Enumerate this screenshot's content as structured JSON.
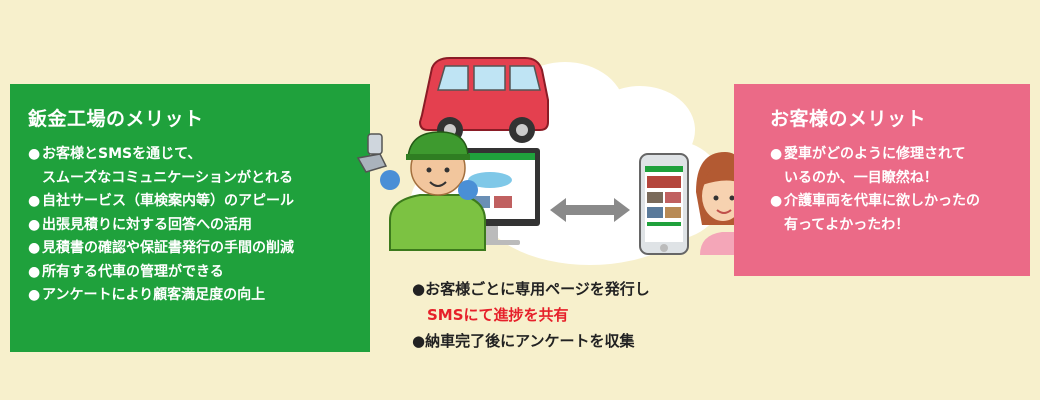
{
  "left_panel": {
    "title": "鈑金工場のメリット",
    "items": [
      {
        "line1": "お客様とSMSを通じて、",
        "line2": "スムーズなコミュニケーションがとれる"
      },
      {
        "line1": "自社サービス（車検案内等）のアピール"
      },
      {
        "line1": "出張見積りに対する回答への活用"
      },
      {
        "line1": "見積書の確認や保証書発行の手間の削減"
      },
      {
        "line1": "所有する代車の管理ができる"
      },
      {
        "line1": "アンケートにより顧客満足度の向上"
      }
    ]
  },
  "right_panel": {
    "title": "お客様のメリット",
    "items": [
      {
        "line1": "愛車がどのように修理されて",
        "line2": "いるのか、一目瞭然ね！"
      },
      {
        "line1": "介護車両を代車に欲しかったの",
        "line2": "有ってよかったわ！"
      }
    ]
  },
  "center": {
    "item1_line1": "お客様ごとに専用ページを発行し",
    "item1_line2": "SMSにて進捗を共有",
    "item2": "納車完了後にアンケートを収集"
  },
  "bullet": "●",
  "colors": {
    "background": "#f7f0cc",
    "left_panel": "#1fa13c",
    "right_panel": "#eb6a87",
    "highlight": "#e6202a"
  }
}
